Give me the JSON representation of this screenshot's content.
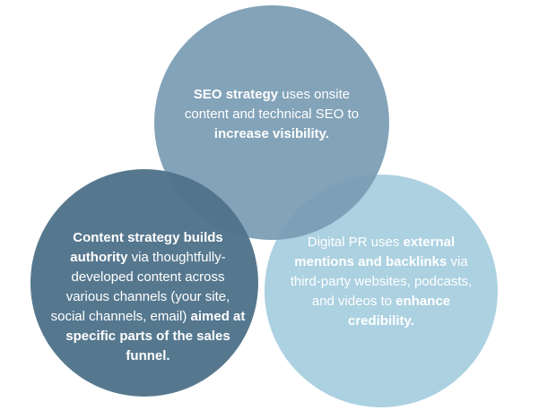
{
  "diagram": {
    "type": "venn-3-circle",
    "background_color": "#FFFFFF",
    "text_color": "#FFFFFF",
    "circles": [
      {
        "name": "seo-strategy",
        "apparent_color": "#84A3B9",
        "fill": "rgba(122,156,180,0.93)",
        "lines": [
          [
            {
              "t": "SEO strategy",
              "b": 1
            },
            {
              "t": " uses onsite",
              "b": 0
            }
          ],
          [
            {
              "t": "content and technical SEO to",
              "b": 0
            }
          ],
          [
            {
              "t": "increase visibility.",
              "b": 1
            }
          ]
        ]
      },
      {
        "name": "content-strategy",
        "apparent_color": "#56788E",
        "fill": "rgba(81,116,139,0.97)",
        "lines": [
          [
            {
              "t": "Content strategy builds",
              "b": 1
            }
          ],
          [
            {
              "t": "authority",
              "b": 1
            },
            {
              "t": " via thoughtfully-",
              "b": 0
            }
          ],
          [
            {
              "t": "developed content across",
              "b": 0
            }
          ],
          [
            {
              "t": "various channels (your site,",
              "b": 0
            }
          ],
          [
            {
              "t": "social channels, email) ",
              "b": 0
            },
            {
              "t": "aimed at",
              "b": 1
            }
          ],
          [
            {
              "t": "specific parts of the sales",
              "b": 1
            }
          ],
          [
            {
              "t": "funnel.",
              "b": 1
            }
          ]
        ]
      },
      {
        "name": "digital-pr",
        "apparent_color": "#ACD1E1",
        "fill": "#ACD1E1",
        "lines": [
          [
            {
              "t": "Digital PR uses ",
              "b": 0
            },
            {
              "t": "external",
              "b": 1
            }
          ],
          [
            {
              "t": "mentions and backlinks",
              "b": 1
            },
            {
              "t": " via",
              "b": 0
            }
          ],
          [
            {
              "t": "third-party websites, podcasts,",
              "b": 0
            }
          ],
          [
            {
              "t": "and videos to ",
              "b": 0
            },
            {
              "t": "enhance",
              "b": 1
            }
          ],
          [
            {
              "t": "credibility.",
              "b": 1
            }
          ]
        ]
      }
    ]
  }
}
